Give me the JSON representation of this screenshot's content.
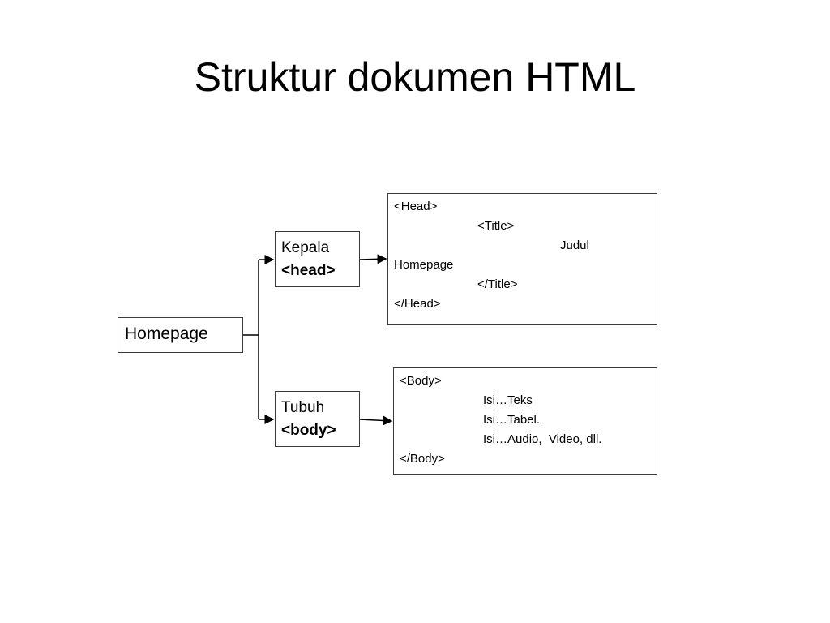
{
  "slide": {
    "title": "Struktur dokumen HTML"
  },
  "nodes": {
    "homepage": {
      "label": "Homepage"
    },
    "kepala": {
      "label": "Kepala",
      "tag": "<head>"
    },
    "tubuh": {
      "label": "Tubuh",
      "tag": "<body>"
    }
  },
  "head_code": {
    "open_head": "<Head>",
    "open_title": "<Title>",
    "title_text_part1": "Judul",
    "title_text_part2": "Homepage",
    "close_title": "</Title>",
    "close_head": "</Head>"
  },
  "body_code": {
    "open_body": "<Body>",
    "item1": "Isi…Teks",
    "item2": "Isi…Tabel.",
    "item3": "Isi…Audio,  Video, dll.",
    "close_body": "</Body>"
  },
  "colors": {
    "line": "#000000",
    "border": "#3a3a3a",
    "background": "#ffffff"
  }
}
